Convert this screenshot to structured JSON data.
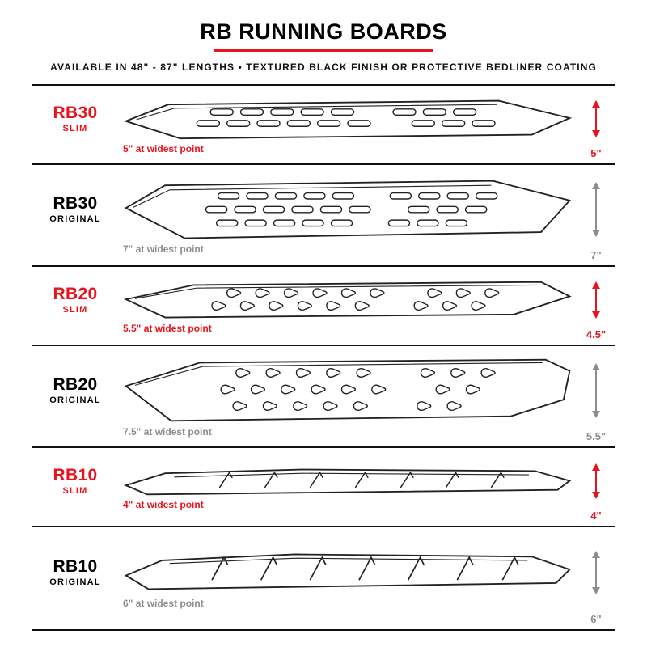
{
  "header": {
    "title": "RB RUNNING BOARDS",
    "subtitle": "AVAILABLE IN 48\" - 87\" LENGTHS   •   TEXTURED BLACK FINISH OR PROTECTIVE BEDLINER COATING"
  },
  "colors": {
    "accent_red": "#e8131d",
    "original_gray": "#8d8d8d",
    "line_black": "#111111"
  },
  "rows": [
    {
      "model": "RB30",
      "variant": "SLIM",
      "finish": "slim",
      "widest_label": "5\" at widest point",
      "height_label": "5\""
    },
    {
      "model": "RB30",
      "variant": "ORIGINAL",
      "finish": "original",
      "widest_label": "7\" at widest point",
      "height_label": "7\""
    },
    {
      "model": "RB20",
      "variant": "SLIM",
      "finish": "slim",
      "widest_label": "5.5\" at widest point",
      "height_label": "4.5\""
    },
    {
      "model": "RB20",
      "variant": "ORIGINAL",
      "finish": "original",
      "widest_label": "7.5\" at widest point",
      "height_label": "5.5\""
    },
    {
      "model": "RB10",
      "variant": "SLIM",
      "finish": "slim",
      "widest_label": "4\" at widest point",
      "height_label": "4\""
    },
    {
      "model": "RB10",
      "variant": "ORIGINAL",
      "finish": "original",
      "widest_label": "6\" at widest point",
      "height_label": "6\""
    }
  ]
}
